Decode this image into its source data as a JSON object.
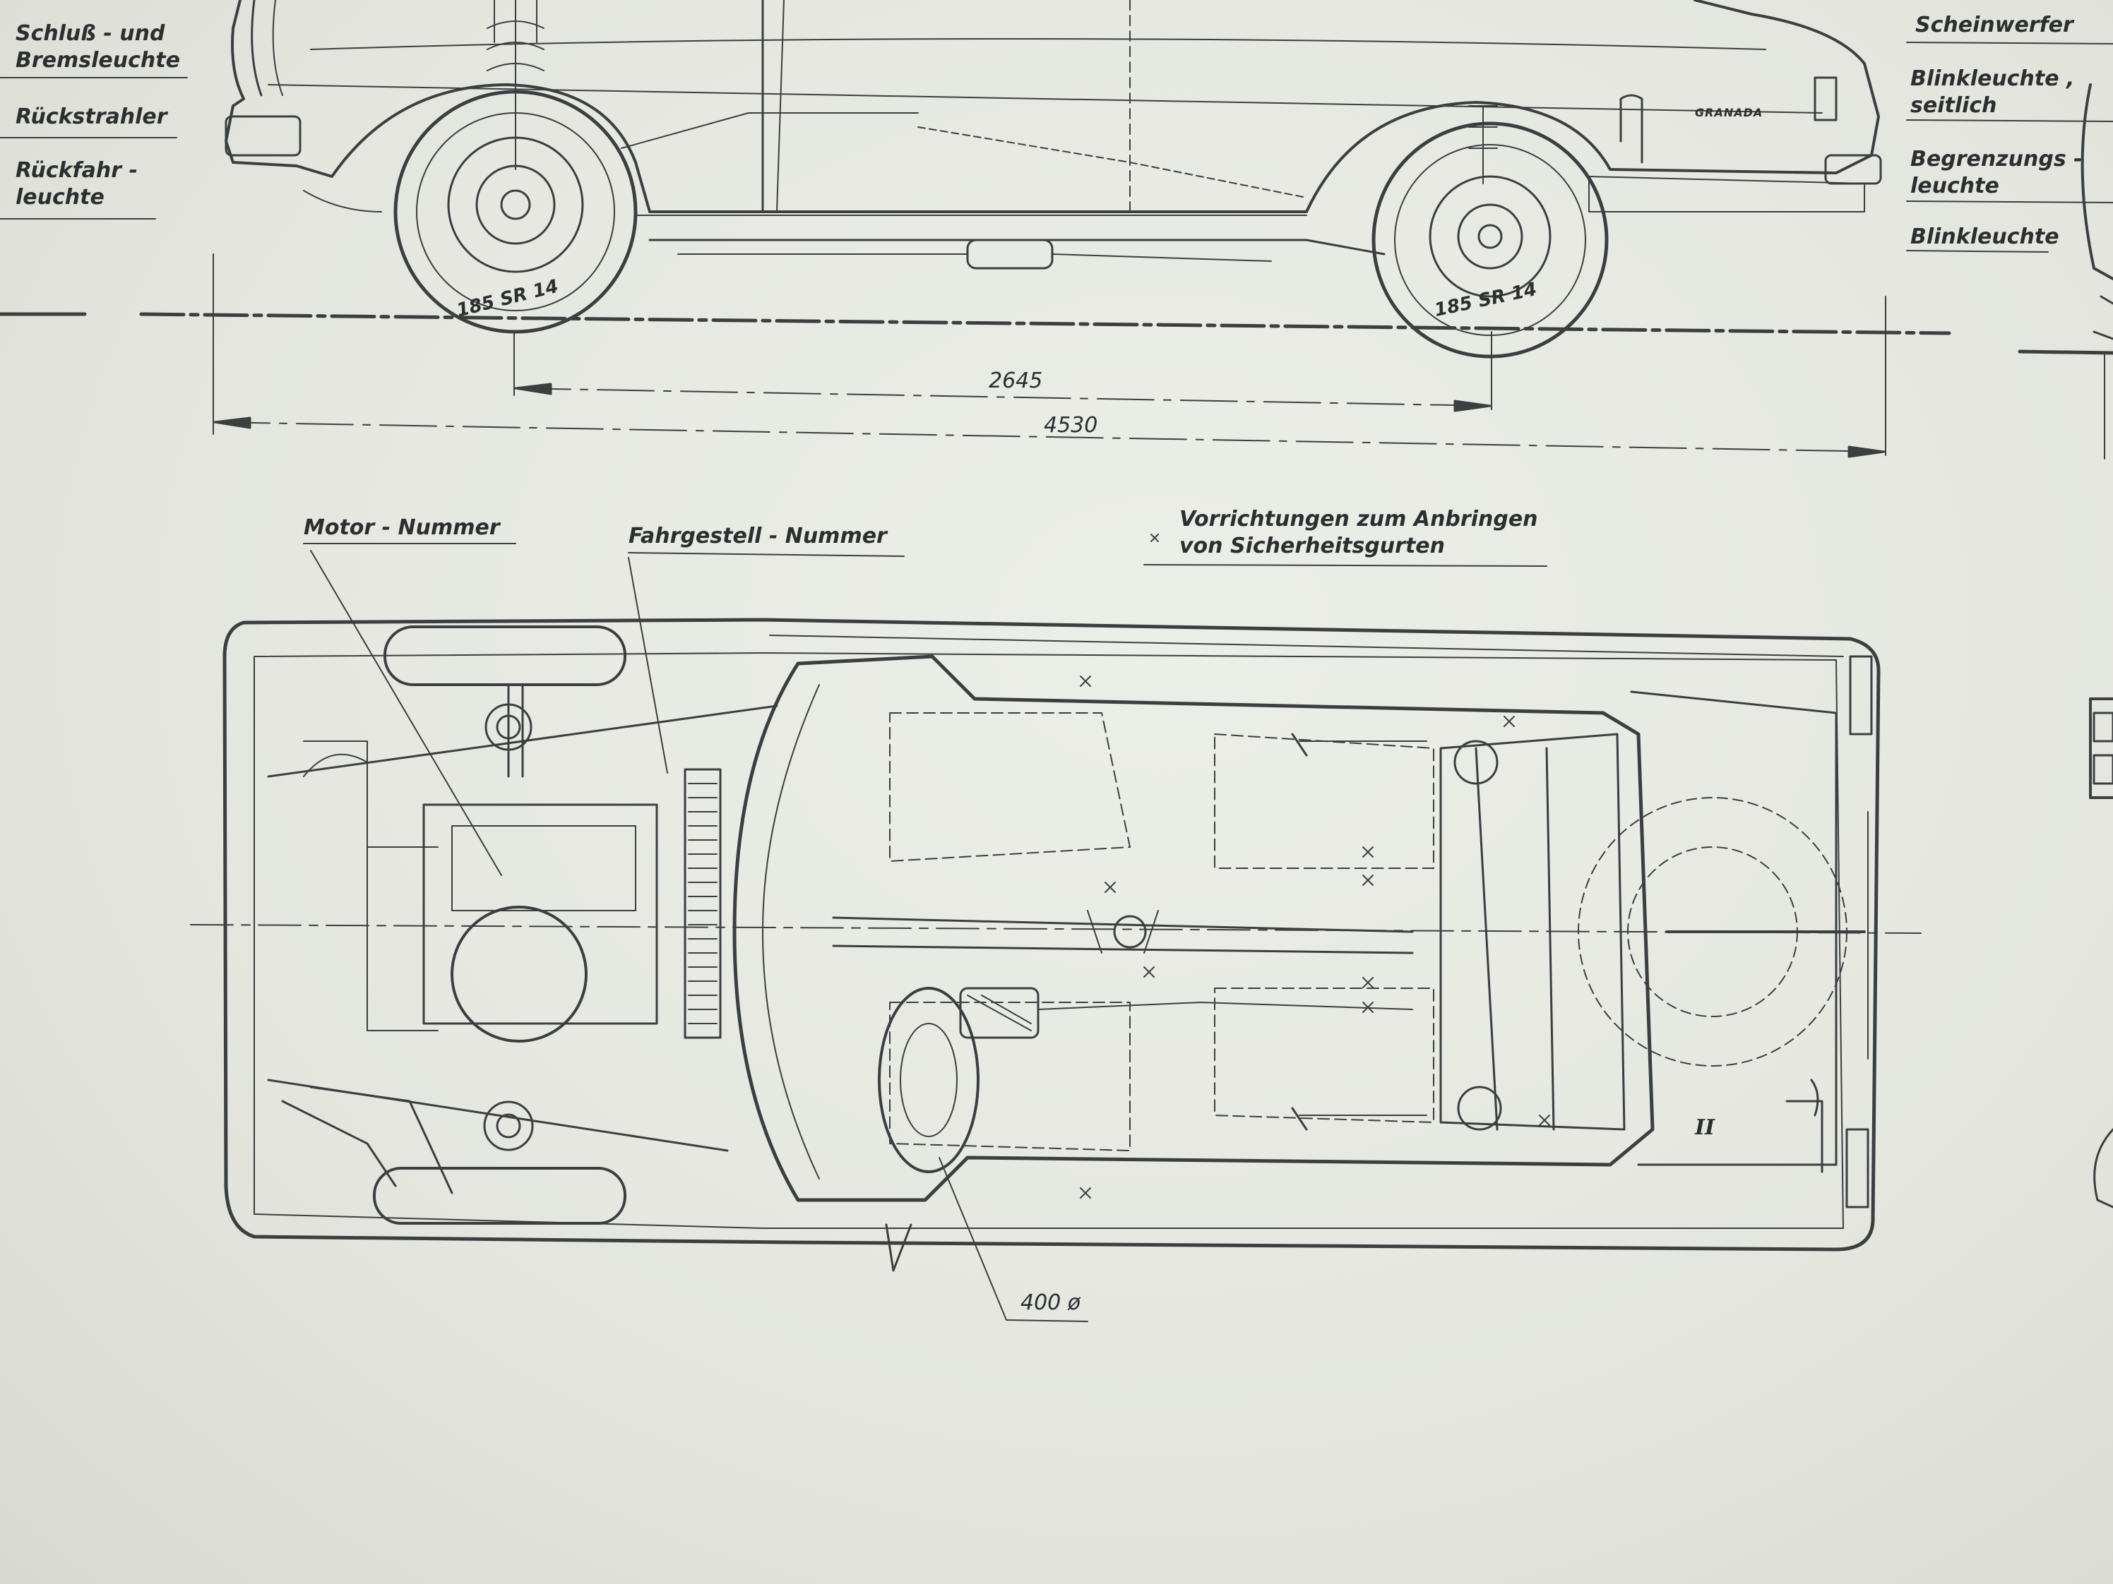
{
  "rear_lights_labels": {
    "schluss": "Schluß - und",
    "brems": "Bremsleuchte",
    "rueckstrahler": "Rückstrahler",
    "rueckfahr": "Rückfahr -",
    "rueckfahr2": "leuchte"
  },
  "front_lights_labels": {
    "scheinwerfer": "Scheinwerfer",
    "blink_seit": "Blinkleuchte ,",
    "blink_seit2": "seitlich",
    "begrenzung": "Begrenzungs -",
    "begrenzung2": "leuchte",
    "blink": "Blinkleuchte"
  },
  "tire_rear": "185 SR 14",
  "tire_front": "185 SR 14",
  "model_badge": "GRANADA",
  "dimensions": {
    "wheelbase": "2645",
    "overall_length": "4530",
    "steering_wheel": "400 ø"
  },
  "plan_labels": {
    "motor": "Motor - Nummer",
    "fahrgestell": "Fahrgestell - Nummer",
    "gurt1": "Vorrichtungen  zum  Anbringen",
    "gurt2": "von  Sicherheitsgurten",
    "tank_mark": "II"
  }
}
